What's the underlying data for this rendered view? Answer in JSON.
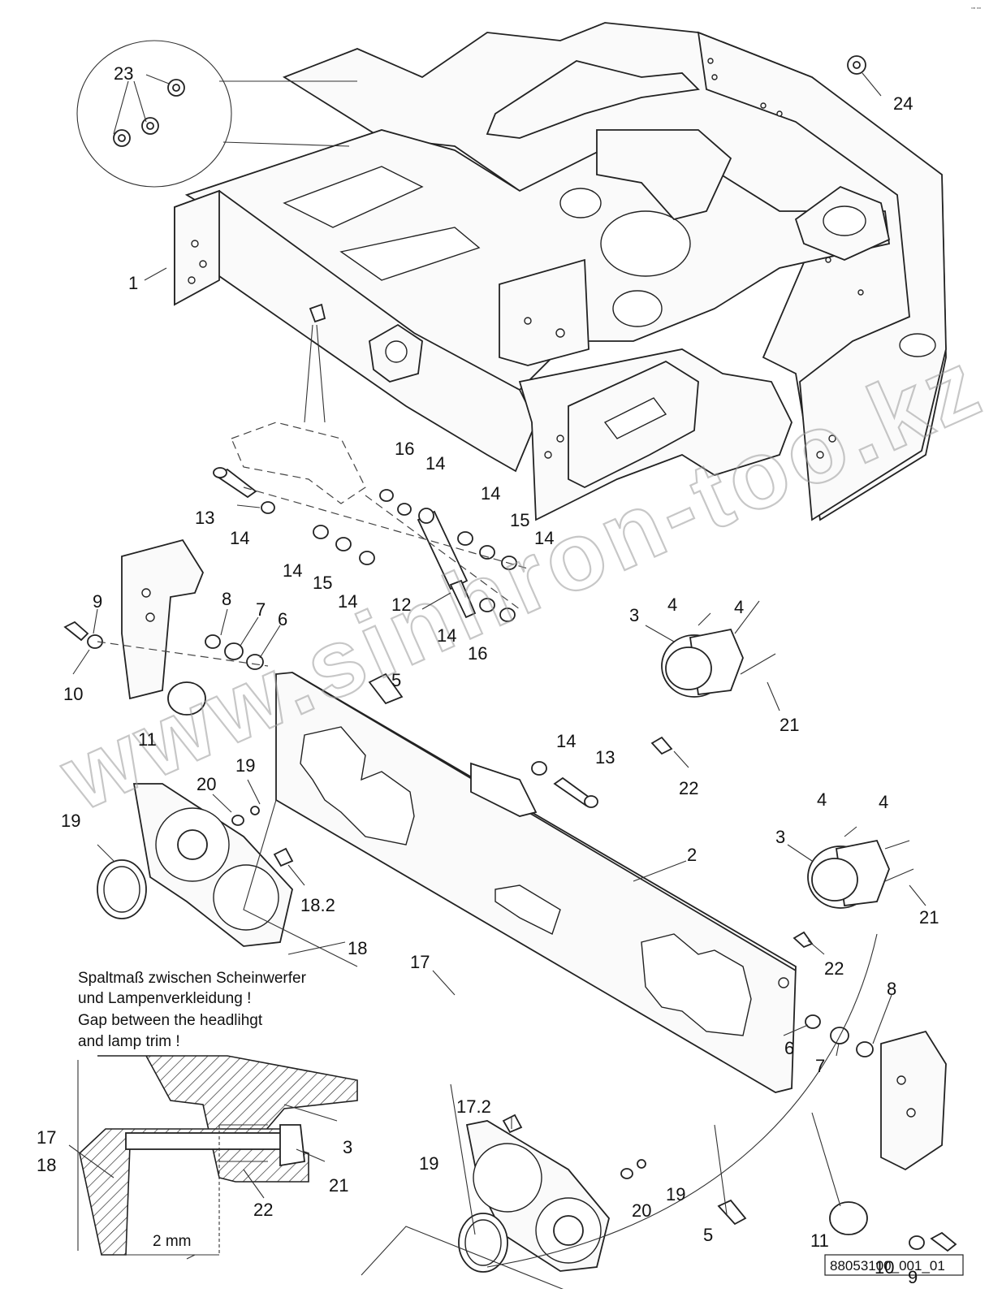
{
  "diagram": {
    "watermark": "www.sinhron-too.kz",
    "reference": "88053100_001_01",
    "dimension": "2 mm",
    "note_lines": [
      "Spaltmaß zwischen Scheinwerfer",
      "und Lampenverkleidung !",
      "Gap between the headlihgt",
      "and lamp trim !"
    ],
    "callouts": [
      "23",
      "24",
      "1",
      "16",
      "14",
      "14",
      "13",
      "14",
      "15",
      "14",
      "14",
      "15",
      "14",
      "12",
      "9",
      "8",
      "7",
      "6",
      "10",
      "11",
      "5",
      "14",
      "16",
      "4",
      "4",
      "3",
      "21",
      "22",
      "14",
      "13",
      "19",
      "20",
      "19",
      "18.2",
      "18",
      "2",
      "4",
      "4",
      "3",
      "21",
      "22",
      "17",
      "17.2",
      "19",
      "20",
      "19",
      "6",
      "7",
      "8",
      "5",
      "11",
      "10",
      "9",
      "3",
      "17",
      "18",
      "21",
      "22"
    ]
  }
}
